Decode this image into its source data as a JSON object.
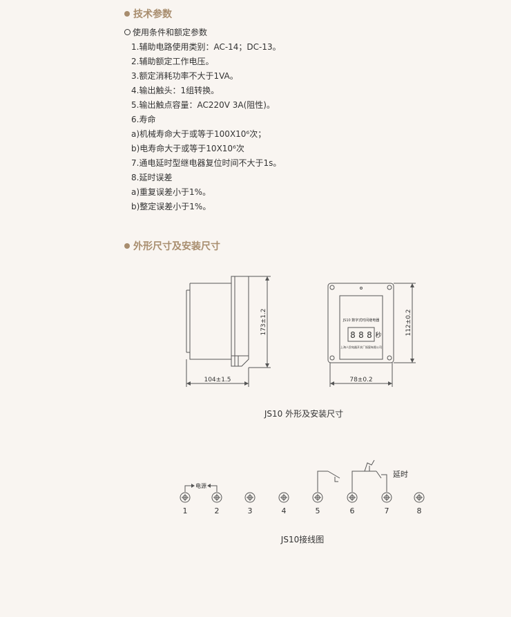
{
  "tech_section": {
    "title": "技术参数",
    "subheading": "使用条件和额定参数",
    "items": [
      "1.辅助电路使用类别：AC-14；DC-13。",
      "2.辅助额定工作电压。",
      "3.额定消耗功率不大于1VA。",
      "4.输出触头：1组转换。",
      "5.输出触点容量：AC220V    3A(阻性)。",
      "6.寿命",
      "a)机械寿命大于或等于100X10⁶次；",
      "b)电寿命大于或等于10X10⁶次",
      "7.通电延时型继电器复位时间不大于1s。",
      "8.延时误差",
      "a)重复误差小于1%。",
      "b)整定误差小于1%。"
    ]
  },
  "dimension_section": {
    "title": "外形尺寸及安装尺寸",
    "side_height_label": "173±1.2",
    "side_width_label": "104±1.5",
    "front_height_label": "112±0.2",
    "front_width_label": "78±0.2",
    "device_model_text": "JS10 数字式时间继电器",
    "device_digits": [
      "8",
      "8",
      "8"
    ],
    "device_unit": "秒",
    "device_maker_text": "上海人民电器开关厂振宸有限公司",
    "caption": "JS10 外形及安装尺寸"
  },
  "wiring_section": {
    "power_label": "电源",
    "delay_label": "延时",
    "terminals": [
      "1",
      "2",
      "3",
      "4",
      "5",
      "6",
      "7",
      "8"
    ],
    "caption": "JS10接线图"
  }
}
